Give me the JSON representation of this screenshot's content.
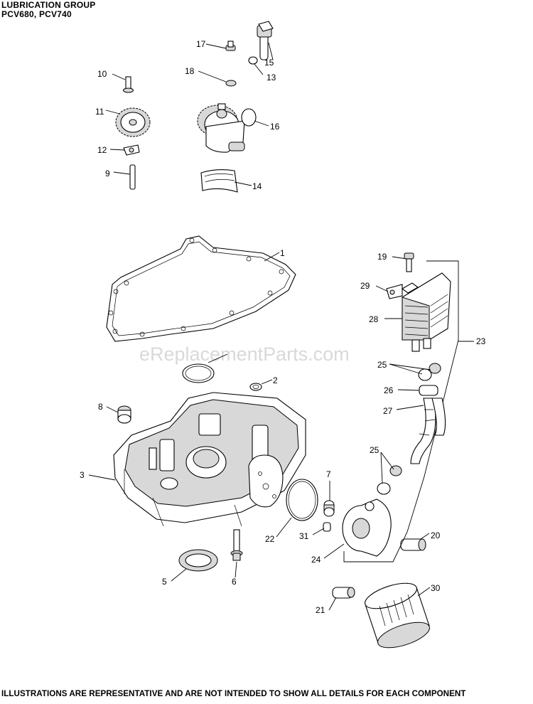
{
  "header": {
    "title": "LUBRICATION GROUP",
    "models": "PCV680, PCV740"
  },
  "watermark": "eReplacementParts.com",
  "footer": "ILLUSTRATIONS ARE REPRESENTATIVE AND ARE NOT INTENDED TO SHOW ALL DETAILS FOR EACH COMPONENT",
  "callouts": {
    "c1": "1",
    "c2": "2",
    "c3": "3",
    "c5": "5",
    "c6": "6",
    "c7": "7",
    "c8": "8",
    "c9": "9",
    "c10": "10",
    "c11": "11",
    "c12": "12",
    "c13": "13",
    "c14": "14",
    "c15": "15",
    "c16": "16",
    "c17": "17",
    "c18": "18",
    "c19": "19",
    "c20": "20",
    "c21": "21",
    "c22": "22",
    "c23": "23",
    "c24": "24",
    "c25a": "25",
    "c25b": "25",
    "c26": "26",
    "c27": "27",
    "c28": "28",
    "c29": "29",
    "c30": "30",
    "c31": "31"
  }
}
